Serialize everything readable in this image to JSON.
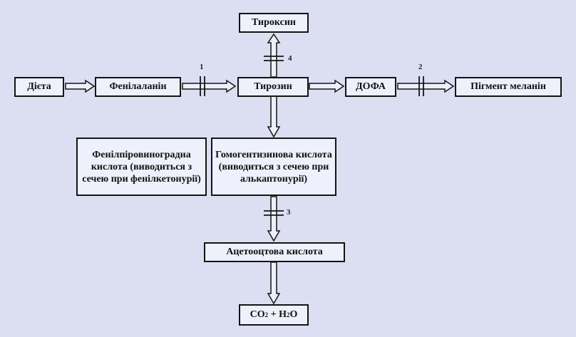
{
  "diagram": {
    "nodes": {
      "dieta": "Дієта",
      "phenylalanine": "Фенілаланін",
      "tyrosine": "Тирозин",
      "dopa": "ДОФА",
      "melanin": "Пігмент меланін",
      "thyroxine": "Тироксин",
      "phenylpyruvic": "Фенілпіровиноградна кислота (виводиться з сечею при фенілкетонурії)",
      "homogentisic": "Гомогентизинова кислота (виводиться з сечею при алькаптонурії)",
      "acetoacetic": "Ацетооцтова кислота",
      "final_co2": "CO",
      "final_co2_sub": "2",
      "final_plus_h": " + H",
      "final_h2o_sub": "2",
      "final_o": "O"
    },
    "block_labels": {
      "block1": "1",
      "block2": "2",
      "block3": "3",
      "block4": "4"
    }
  }
}
